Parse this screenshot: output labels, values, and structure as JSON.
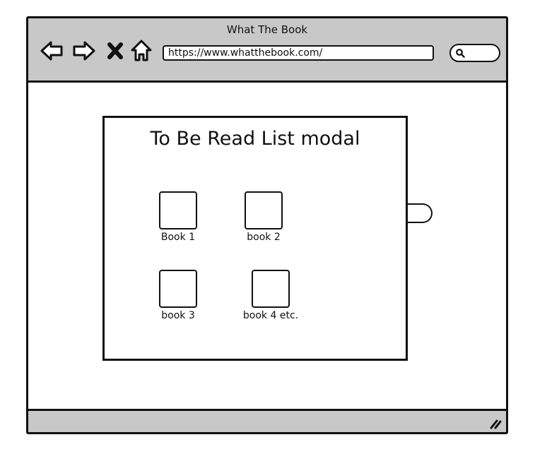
{
  "window": {
    "title": "What The Book"
  },
  "toolbar": {
    "back_icon": "arrow-left-icon",
    "forward_icon": "arrow-right-icon",
    "stop_icon": "close-icon",
    "home_icon": "home-icon",
    "url": "https://www.whatthebook.com/",
    "search_icon": "search-icon"
  },
  "modal": {
    "title": "To Be Read List modal",
    "books": [
      {
        "label": "Book 1"
      },
      {
        "label": "book 2"
      },
      {
        "label": "book 3"
      },
      {
        "label": "book 4 etc."
      }
    ]
  },
  "colors": {
    "chrome": "#c8c8c8",
    "stroke": "#111111",
    "background": "#ffffff"
  }
}
